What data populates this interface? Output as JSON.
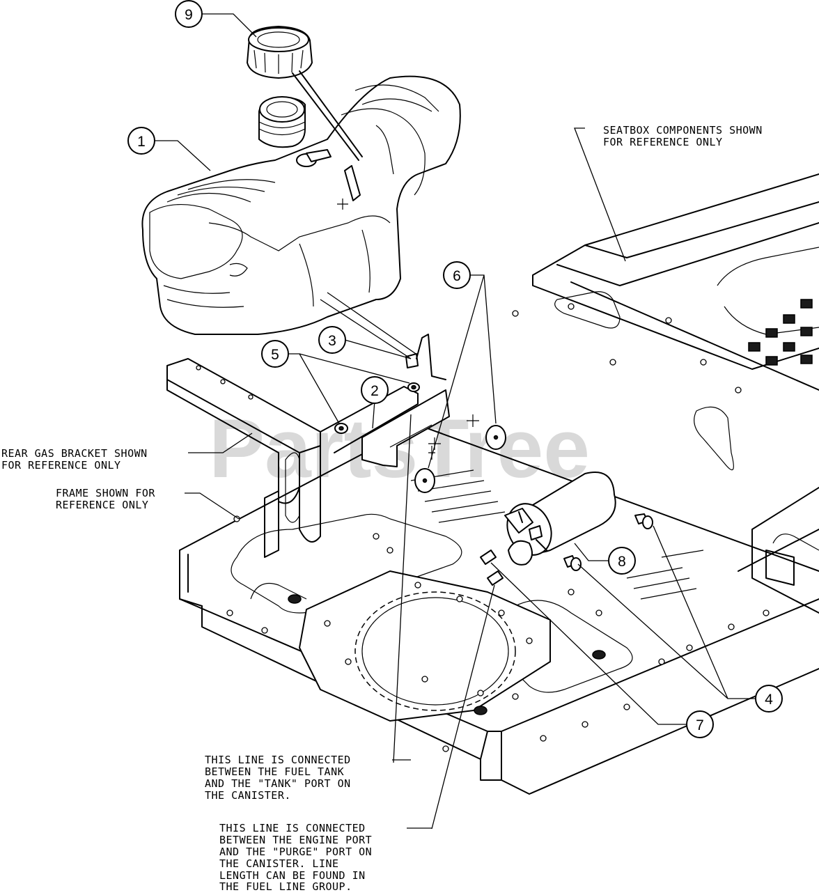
{
  "watermark": "PartsTree",
  "callouts": [
    "1",
    "2",
    "3",
    "4",
    "5",
    "6",
    "7",
    "8",
    "9"
  ],
  "notes": {
    "seatbox": [
      "SEATBOX COMPONENTS SHOWN",
      "FOR REFERENCE ONLY"
    ],
    "rear_bracket": [
      "REAR GAS BRACKET SHOWN",
      "FOR REFERENCE ONLY"
    ],
    "frame": [
      "FRAME SHOWN FOR",
      "REFERENCE ONLY"
    ],
    "tank_line": [
      "THIS LINE IS CONNECTED",
      "BETWEEN THE FUEL TANK",
      "AND THE \"TANK\" PORT ON",
      "THE CANISTER."
    ],
    "purge_line": [
      "THIS LINE IS CONNECTED",
      "BETWEEN THE ENGINE PORT",
      "AND THE \"PURGE\" PORT ON",
      "THE CANISTER.  LINE",
      "LENGTH CAN BE FOUND IN",
      "THE FUEL LINE GROUP."
    ]
  }
}
